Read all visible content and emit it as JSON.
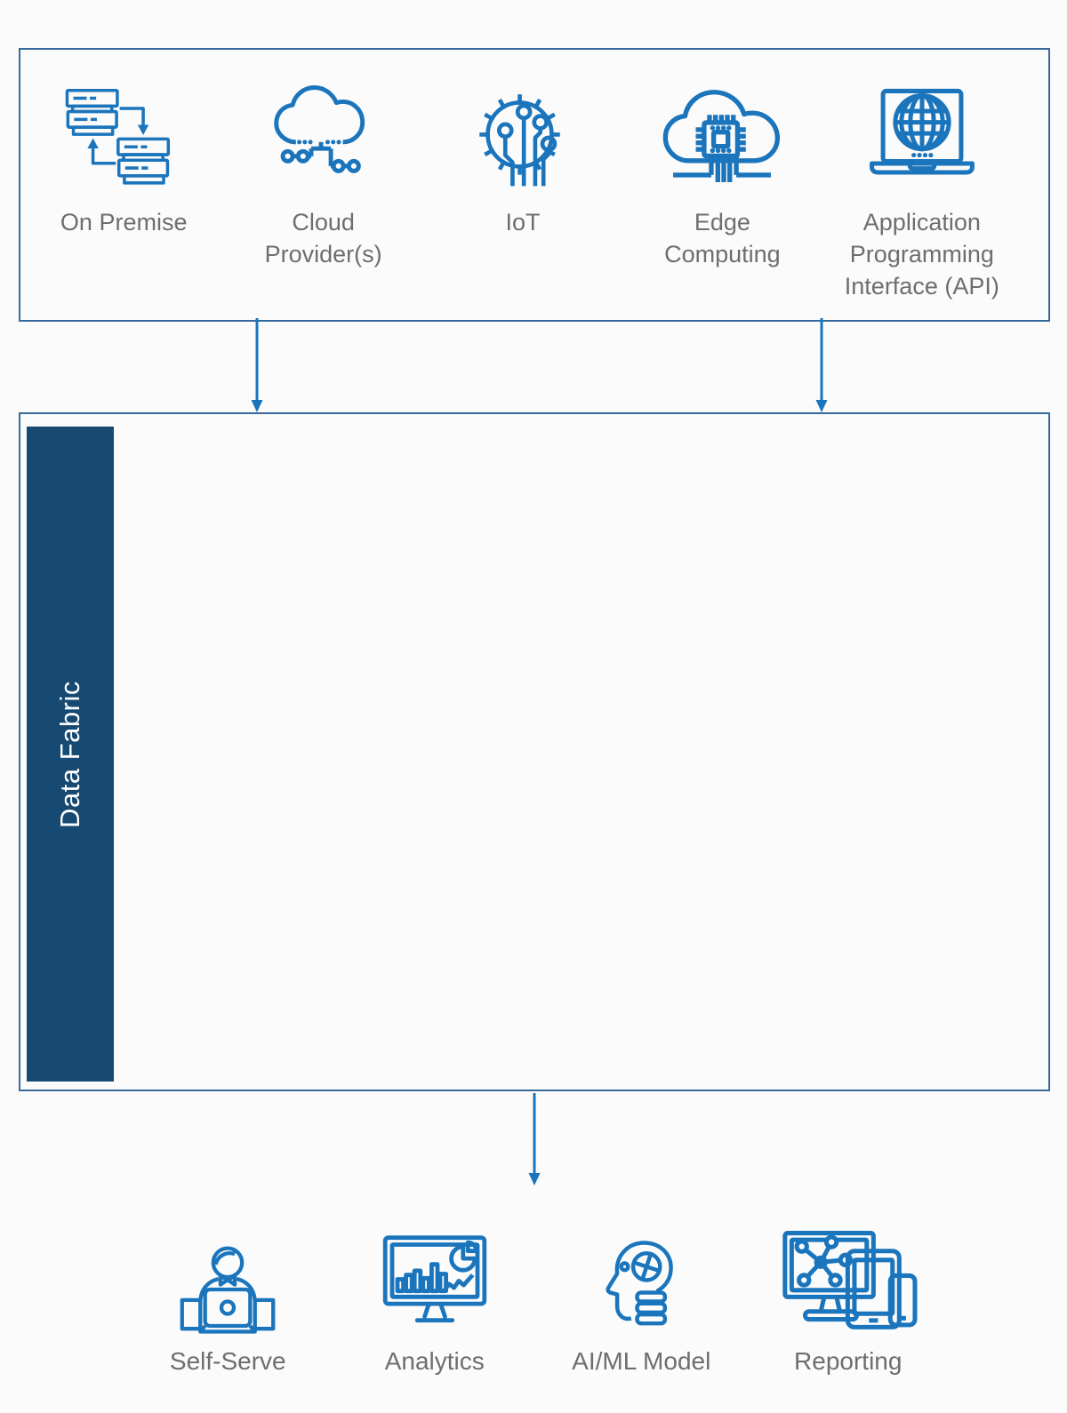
{
  "diagram": {
    "background": "#fbfbfb",
    "colors": {
      "icon_blue": "#1b75bc",
      "box_border": "#356a9a",
      "sidebar_navy": "#174a72",
      "label_gray": "#6d6e71",
      "sidebar_text": "#ffffff"
    },
    "sources_box": {
      "items": [
        {
          "label": "On Premise",
          "icon": "on-premise-icon"
        },
        {
          "label": "Cloud Provider(s)",
          "icon": "cloud-providers-icon"
        },
        {
          "label": "IoT",
          "icon": "iot-icon"
        },
        {
          "label": "Edge Computing",
          "icon": "edge-computing-icon"
        },
        {
          "label": "Application Programming Interface (API)",
          "icon": "api-icon"
        }
      ]
    },
    "data_fabric": {
      "label": "Data Fabric"
    },
    "consumers": {
      "items": [
        {
          "label": "Self-Serve",
          "icon": "self-serve-icon"
        },
        {
          "label": "Analytics",
          "icon": "analytics-icon"
        },
        {
          "label": "AI/ML Model",
          "icon": "ai-ml-model-icon"
        },
        {
          "label": "Reporting",
          "icon": "reporting-icon"
        }
      ]
    },
    "arrows": [
      {
        "from": "sources-box",
        "to": "data-fabric-box"
      },
      {
        "from": "sources-box",
        "to": "data-fabric-box"
      },
      {
        "from": "data-fabric-box",
        "to": "consumers-row"
      }
    ]
  }
}
